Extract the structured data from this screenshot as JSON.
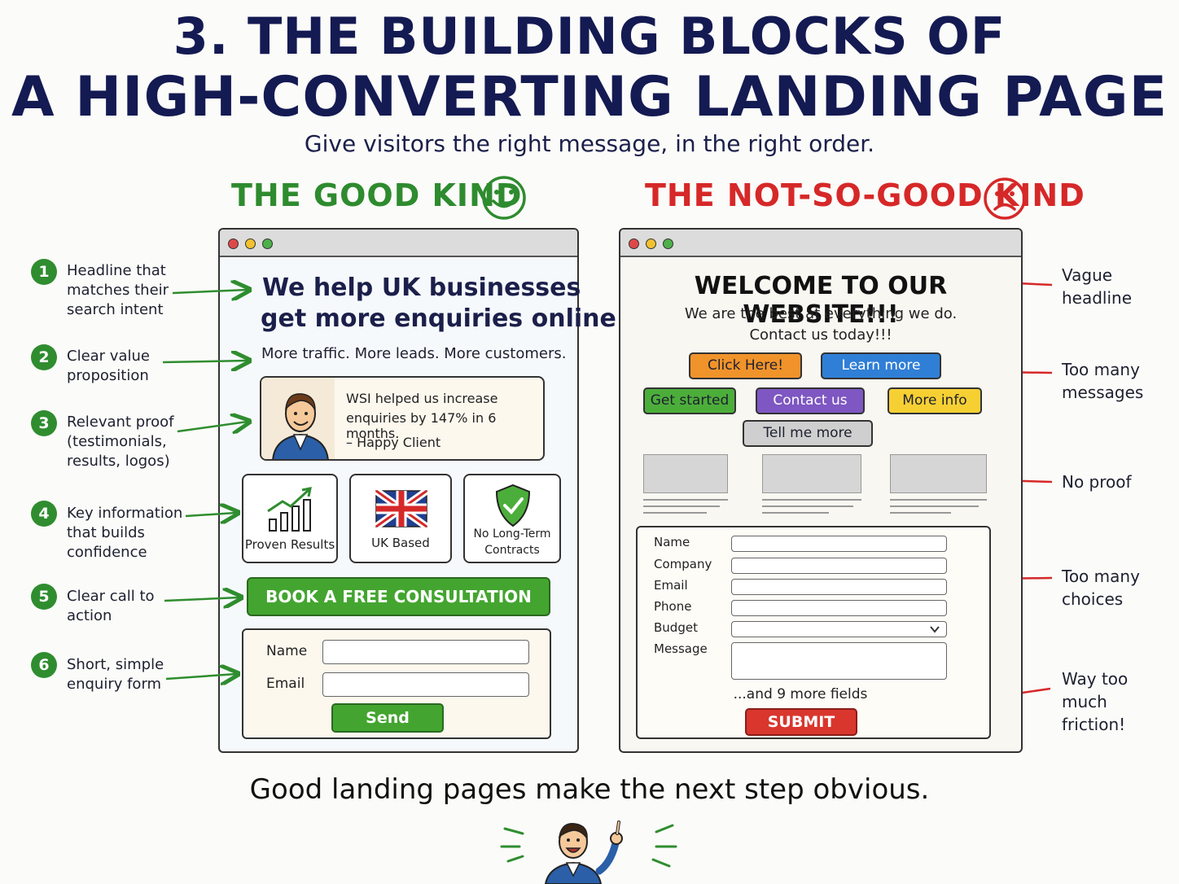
{
  "title": {
    "line1": "3. THE BUILDING BLOCKS OF",
    "line2": "A HIGH-CONVERTING LANDING PAGE",
    "subtitle": "Give visitors the right message, in the right order."
  },
  "good": {
    "heading": "THE GOOD KIND",
    "headline_line1": "We help UK businesses",
    "headline_line2": "get more enquiries online",
    "value_prop": "More traffic. More leads. More customers.",
    "testimonial": {
      "line1": "WSI helped us increase",
      "line2": "enquiries by 147% in 6 months.",
      "author": "– Happy Client"
    },
    "features": [
      {
        "label": "Proven Results",
        "icon": "growth-chart-icon"
      },
      {
        "label": "UK Based",
        "icon": "uk-flag-icon"
      },
      {
        "label_line1": "No Long-Term",
        "label_line2": "Contracts",
        "icon": "shield-check-icon"
      }
    ],
    "cta": "BOOK A FREE CONSULTATION",
    "form": {
      "name_label": "Name",
      "email_label": "Email",
      "submit": "Send"
    },
    "annotations": [
      {
        "num": "1",
        "lines": [
          "Headline that",
          "matches their",
          "search intent"
        ]
      },
      {
        "num": "2",
        "lines": [
          "Clear value",
          "proposition"
        ]
      },
      {
        "num": "3",
        "lines": [
          "Relevant proof",
          "(testimonials,",
          "results, logos)"
        ]
      },
      {
        "num": "4",
        "lines": [
          "Key information",
          "that builds",
          "confidence"
        ]
      },
      {
        "num": "5",
        "lines": [
          "Clear call to",
          "action"
        ]
      },
      {
        "num": "6",
        "lines": [
          "Short, simple",
          "enquiry form"
        ]
      }
    ]
  },
  "bad": {
    "heading": "THE NOT-SO-GOOD KIND",
    "headline": "WELCOME TO OUR WEBSITE!!!",
    "sub_line1": "We are the best at everything we do.",
    "sub_line2": "Contact us today!!!",
    "buttons": [
      {
        "label": "Click Here!",
        "color": "#f0932b"
      },
      {
        "label": "Learn more",
        "color": "#2f7fd6"
      },
      {
        "label": "Get started",
        "color": "#4cae3a"
      },
      {
        "label": "Contact us",
        "color": "#7e57c2"
      },
      {
        "label": "More info",
        "color": "#f6d033"
      },
      {
        "label": "Tell me more",
        "color": "#cfcfcf"
      }
    ],
    "form": {
      "fields": [
        "Name",
        "Company",
        "Email",
        "Phone",
        "Budget",
        "Message"
      ],
      "more": "...and 9 more fields",
      "submit": "SUBMIT"
    },
    "annotations": [
      {
        "lines": [
          "Vague",
          "headline"
        ]
      },
      {
        "lines": [
          "Too many",
          "messages"
        ]
      },
      {
        "lines": [
          "No proof"
        ]
      },
      {
        "lines": [
          "Too many",
          "choices"
        ]
      },
      {
        "lines": [
          "Way too",
          "much",
          "friction!"
        ]
      }
    ]
  },
  "footer": "Good landing pages make the next step obvious.",
  "colors": {
    "green": "#2f8d2f",
    "red": "#d62828",
    "navy": "#141a52"
  }
}
